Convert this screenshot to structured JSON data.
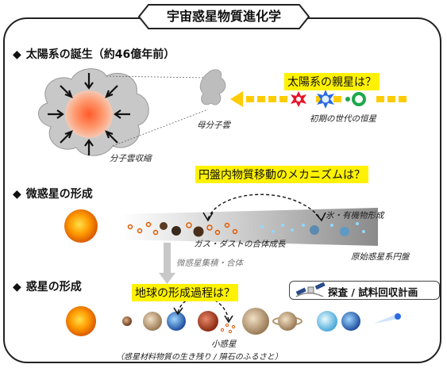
{
  "title": "宇宙惑星物質進化学",
  "sections": {
    "s1": {
      "heading": "太陽系の誕生（約46億年前）"
    },
    "s2": {
      "heading": "微惑星の形成"
    },
    "s3": {
      "heading": "惑星の形成"
    }
  },
  "questions": {
    "q1": "太陽系の親星は？",
    "q2": "円盤内物質移動のメカニズムは？",
    "q3": "地球の形成過程は？"
  },
  "labels": {
    "parent_cloud": "母分子雲",
    "cloud_contraction": "分子雲収縮",
    "early_stars": "初期の世代の恒星",
    "ice_organics": "氷・有機物形成",
    "gas_dust": "ガス・ダストの合体成長",
    "protoplanetary_disk": "原始惑星系円盤",
    "planetesimal_accretion": "微惑星集積・合体",
    "asteroid": "小惑星",
    "asteroid_note": "（惑星材料物質の生き残り / 隕石のふるさと）"
  },
  "mission_button": {
    "label": "探査 / 試料回収計画"
  },
  "colors": {
    "highlight": "#fff200",
    "arrow": "#ffcc00",
    "frame": "#222222"
  }
}
